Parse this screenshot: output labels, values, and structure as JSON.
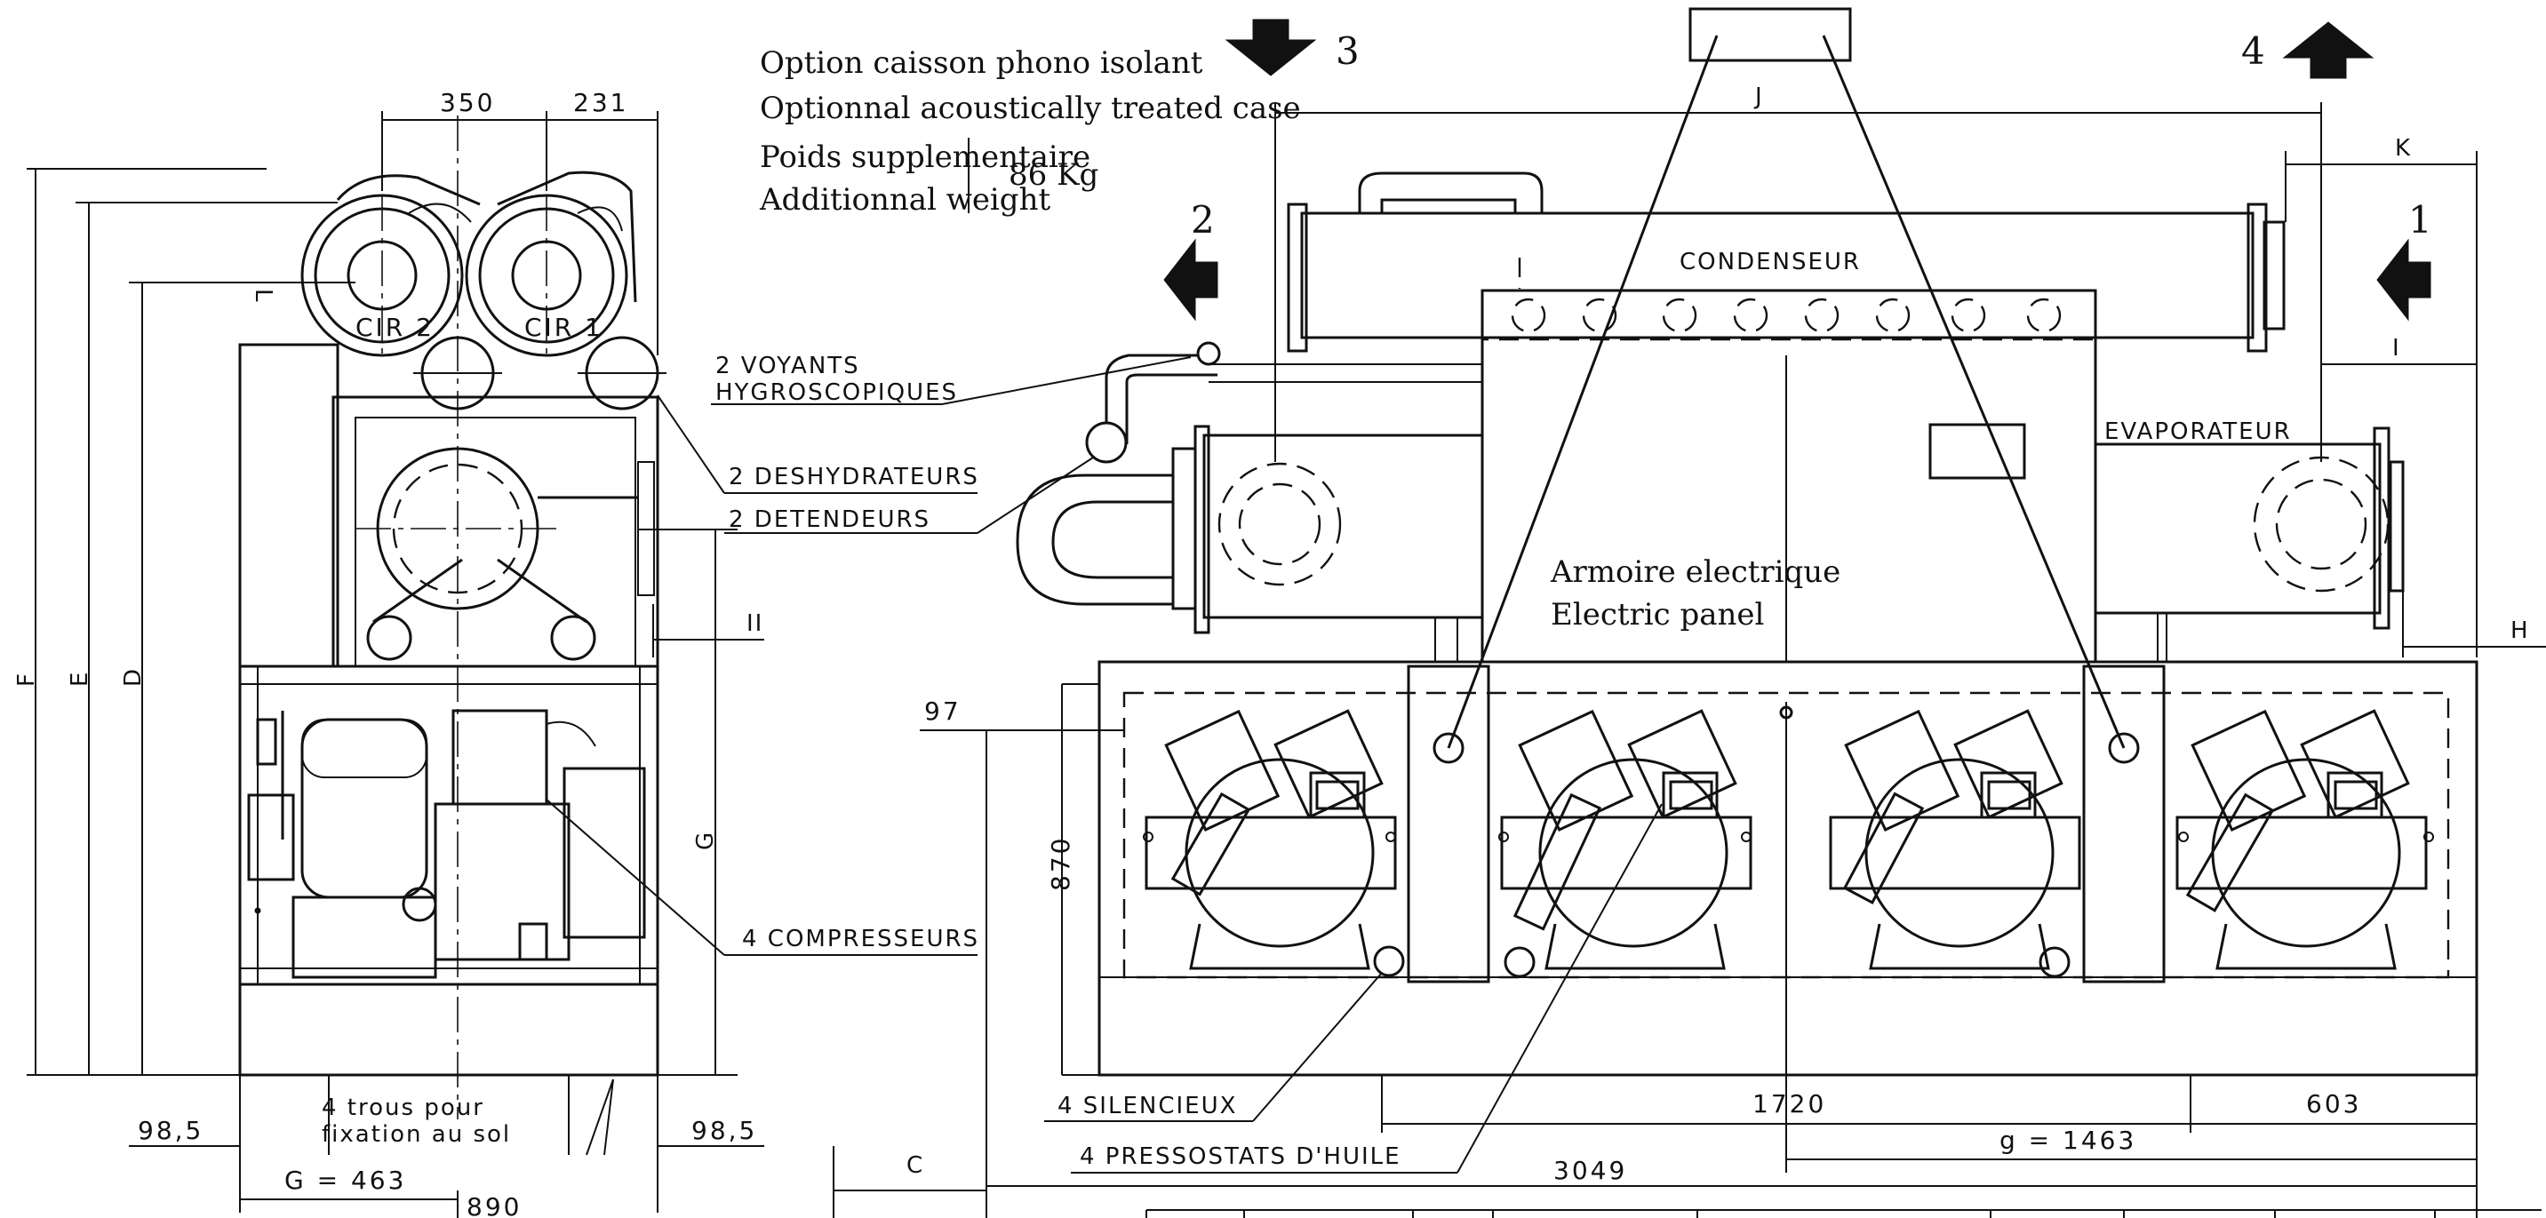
{
  "option_note": {
    "line1": "Option caisson phono isolant",
    "line2": "Optionnal acoustically treated case",
    "weight_fr": "Poids supplementaire",
    "weight_en": "Additionnal weight",
    "weight_value": "86 Kg"
  },
  "flow_markers": {
    "m1": "1",
    "m2": "2",
    "m3": "3",
    "m4": "4"
  },
  "circuits": {
    "cir2": "CIR 2",
    "cir1": "CIR 1"
  },
  "components": {
    "condenser": "CONDENSEUR",
    "evaporator": "EVAPORATEUR",
    "panel_fr": "Armoire electrique",
    "panel_en": "Electric panel"
  },
  "callouts": {
    "sight_glass_1": "2 VOYANTS",
    "sight_glass_2": "HYGROSCOPIQUES",
    "dryers": "2 DESHYDRATEURS",
    "valves": "2 DETENDEURS",
    "compressors": "4 COMPRESSEURS",
    "silencers": "4 SILENCIEUX",
    "oil_switches": "4 PRESSOSTATS D'HUILE",
    "holes_1": "4 trous pour",
    "holes_2": "fixation au sol"
  },
  "dimensions": {
    "d350": "350",
    "d231": "231",
    "F": "F",
    "E": "E",
    "D": "D",
    "G_side": "G",
    "II": "II",
    "L": "L",
    "d98a": "98,5",
    "d98b": "98,5",
    "G463": "G = 463",
    "d890": "890",
    "J": "J",
    "K": "K",
    "I": "I",
    "H": "H",
    "d97": "97",
    "d870": "870",
    "d1720": "1720",
    "d603": "603",
    "g1463": "g = 1463",
    "d3049": "3049",
    "C": "C"
  }
}
